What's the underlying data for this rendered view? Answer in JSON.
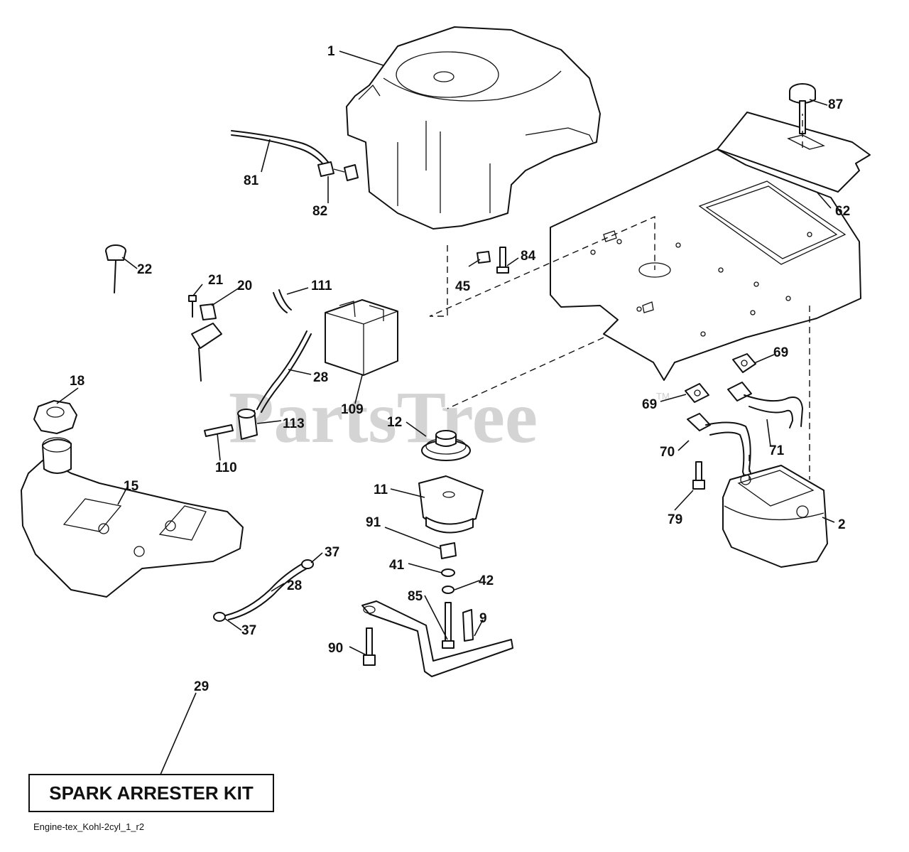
{
  "watermark": {
    "brand": "PartsTree",
    "trademark": "TM"
  },
  "kit_label": "SPARK ARRESTER KIT",
  "footer_code": "Engine-tex_Kohl-2cyl_1_r2",
  "callouts": {
    "c1": "1",
    "c2": "2",
    "c9": "9",
    "c11": "11",
    "c12": "12",
    "c15": "15",
    "c18": "18",
    "c20": "20",
    "c21": "21",
    "c22": "22",
    "c28a": "28",
    "c28b": "28",
    "c29": "29",
    "c37a": "37",
    "c37b": "37",
    "c41": "41",
    "c42": "42",
    "c45": "45",
    "c62": "62",
    "c69a": "69",
    "c69b": "69",
    "c70": "70",
    "c71": "71",
    "c79": "79",
    "c81": "81",
    "c82": "82",
    "c84": "84",
    "c85": "85",
    "c87": "87",
    "c90": "90",
    "c91": "91",
    "c109": "109",
    "c110": "110",
    "c111": "111",
    "c113": "113"
  }
}
